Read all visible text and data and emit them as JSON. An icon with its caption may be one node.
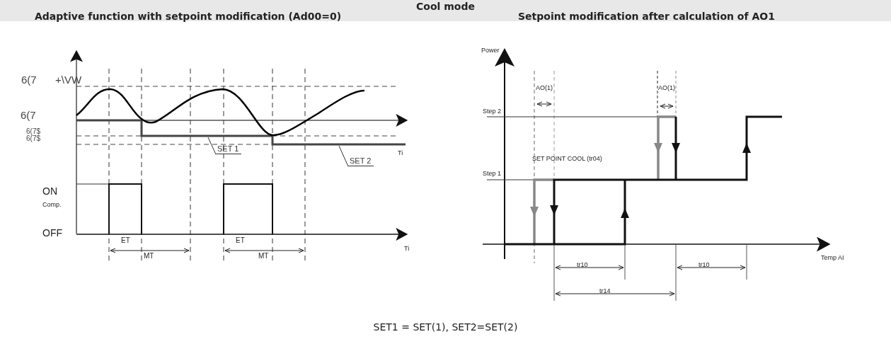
{
  "diagram": {
    "title": "Cool mode",
    "caption": "SET1 = SET(1), SET2=SET(2)",
    "nodes": [
      {
        "text": [
          "SET 1"
        ]
      },
      {
        "text": [
          "SET 2"
        ]
      }
    ],
    "edges": [
      {
        "from": 0,
        "to": null,
        "arrow": "none"
      },
      {
        "from": 1,
        "to": null,
        "arrow": "none"
      }
    ],
    "labels": [
      "Adaptive function with setpoint modification (Ad00=0)",
      "Setpoint modification after calculation of AO1",
      "Power",
      "6(7",
      "+\\VW",
      "AO(1)",
      "AO(1)",
      "6(7",
      "Step 2",
      "6(7$",
      "6(7$",
      "Ti",
      "SET POINT COOL (tr04)",
      "Step 1",
      "ON",
      "Comp.",
      "OFF",
      "ET",
      "ET",
      "Ti",
      "MT",
      "MT",
      "tr10",
      "tr10",
      "Temp AI",
      "tr14"
    ]
  }
}
